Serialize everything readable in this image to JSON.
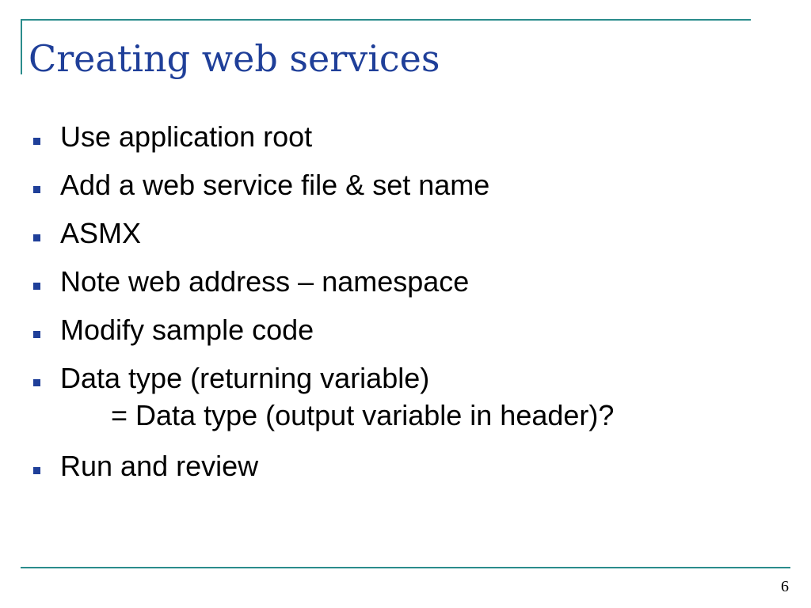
{
  "slide": {
    "title": "Creating web services",
    "bullets": [
      {
        "text": "Use application root"
      },
      {
        "text": "Add a web service file & set name"
      },
      {
        "text": "ASMX"
      },
      {
        "text": "Note web address – namespace"
      },
      {
        "text": "Modify sample code"
      },
      {
        "text": "Data type (returning variable)",
        "continuation": "= Data type (output variable in header)?"
      },
      {
        "text": "Run and review"
      }
    ],
    "page_number": "6"
  },
  "colors": {
    "title": "#1f3f99",
    "accent_rule": "#2a8c8c",
    "bullet_marker": "#1f3f99",
    "body_text": "#000000"
  },
  "icons": {
    "bullet": "square-bullet-icon"
  }
}
